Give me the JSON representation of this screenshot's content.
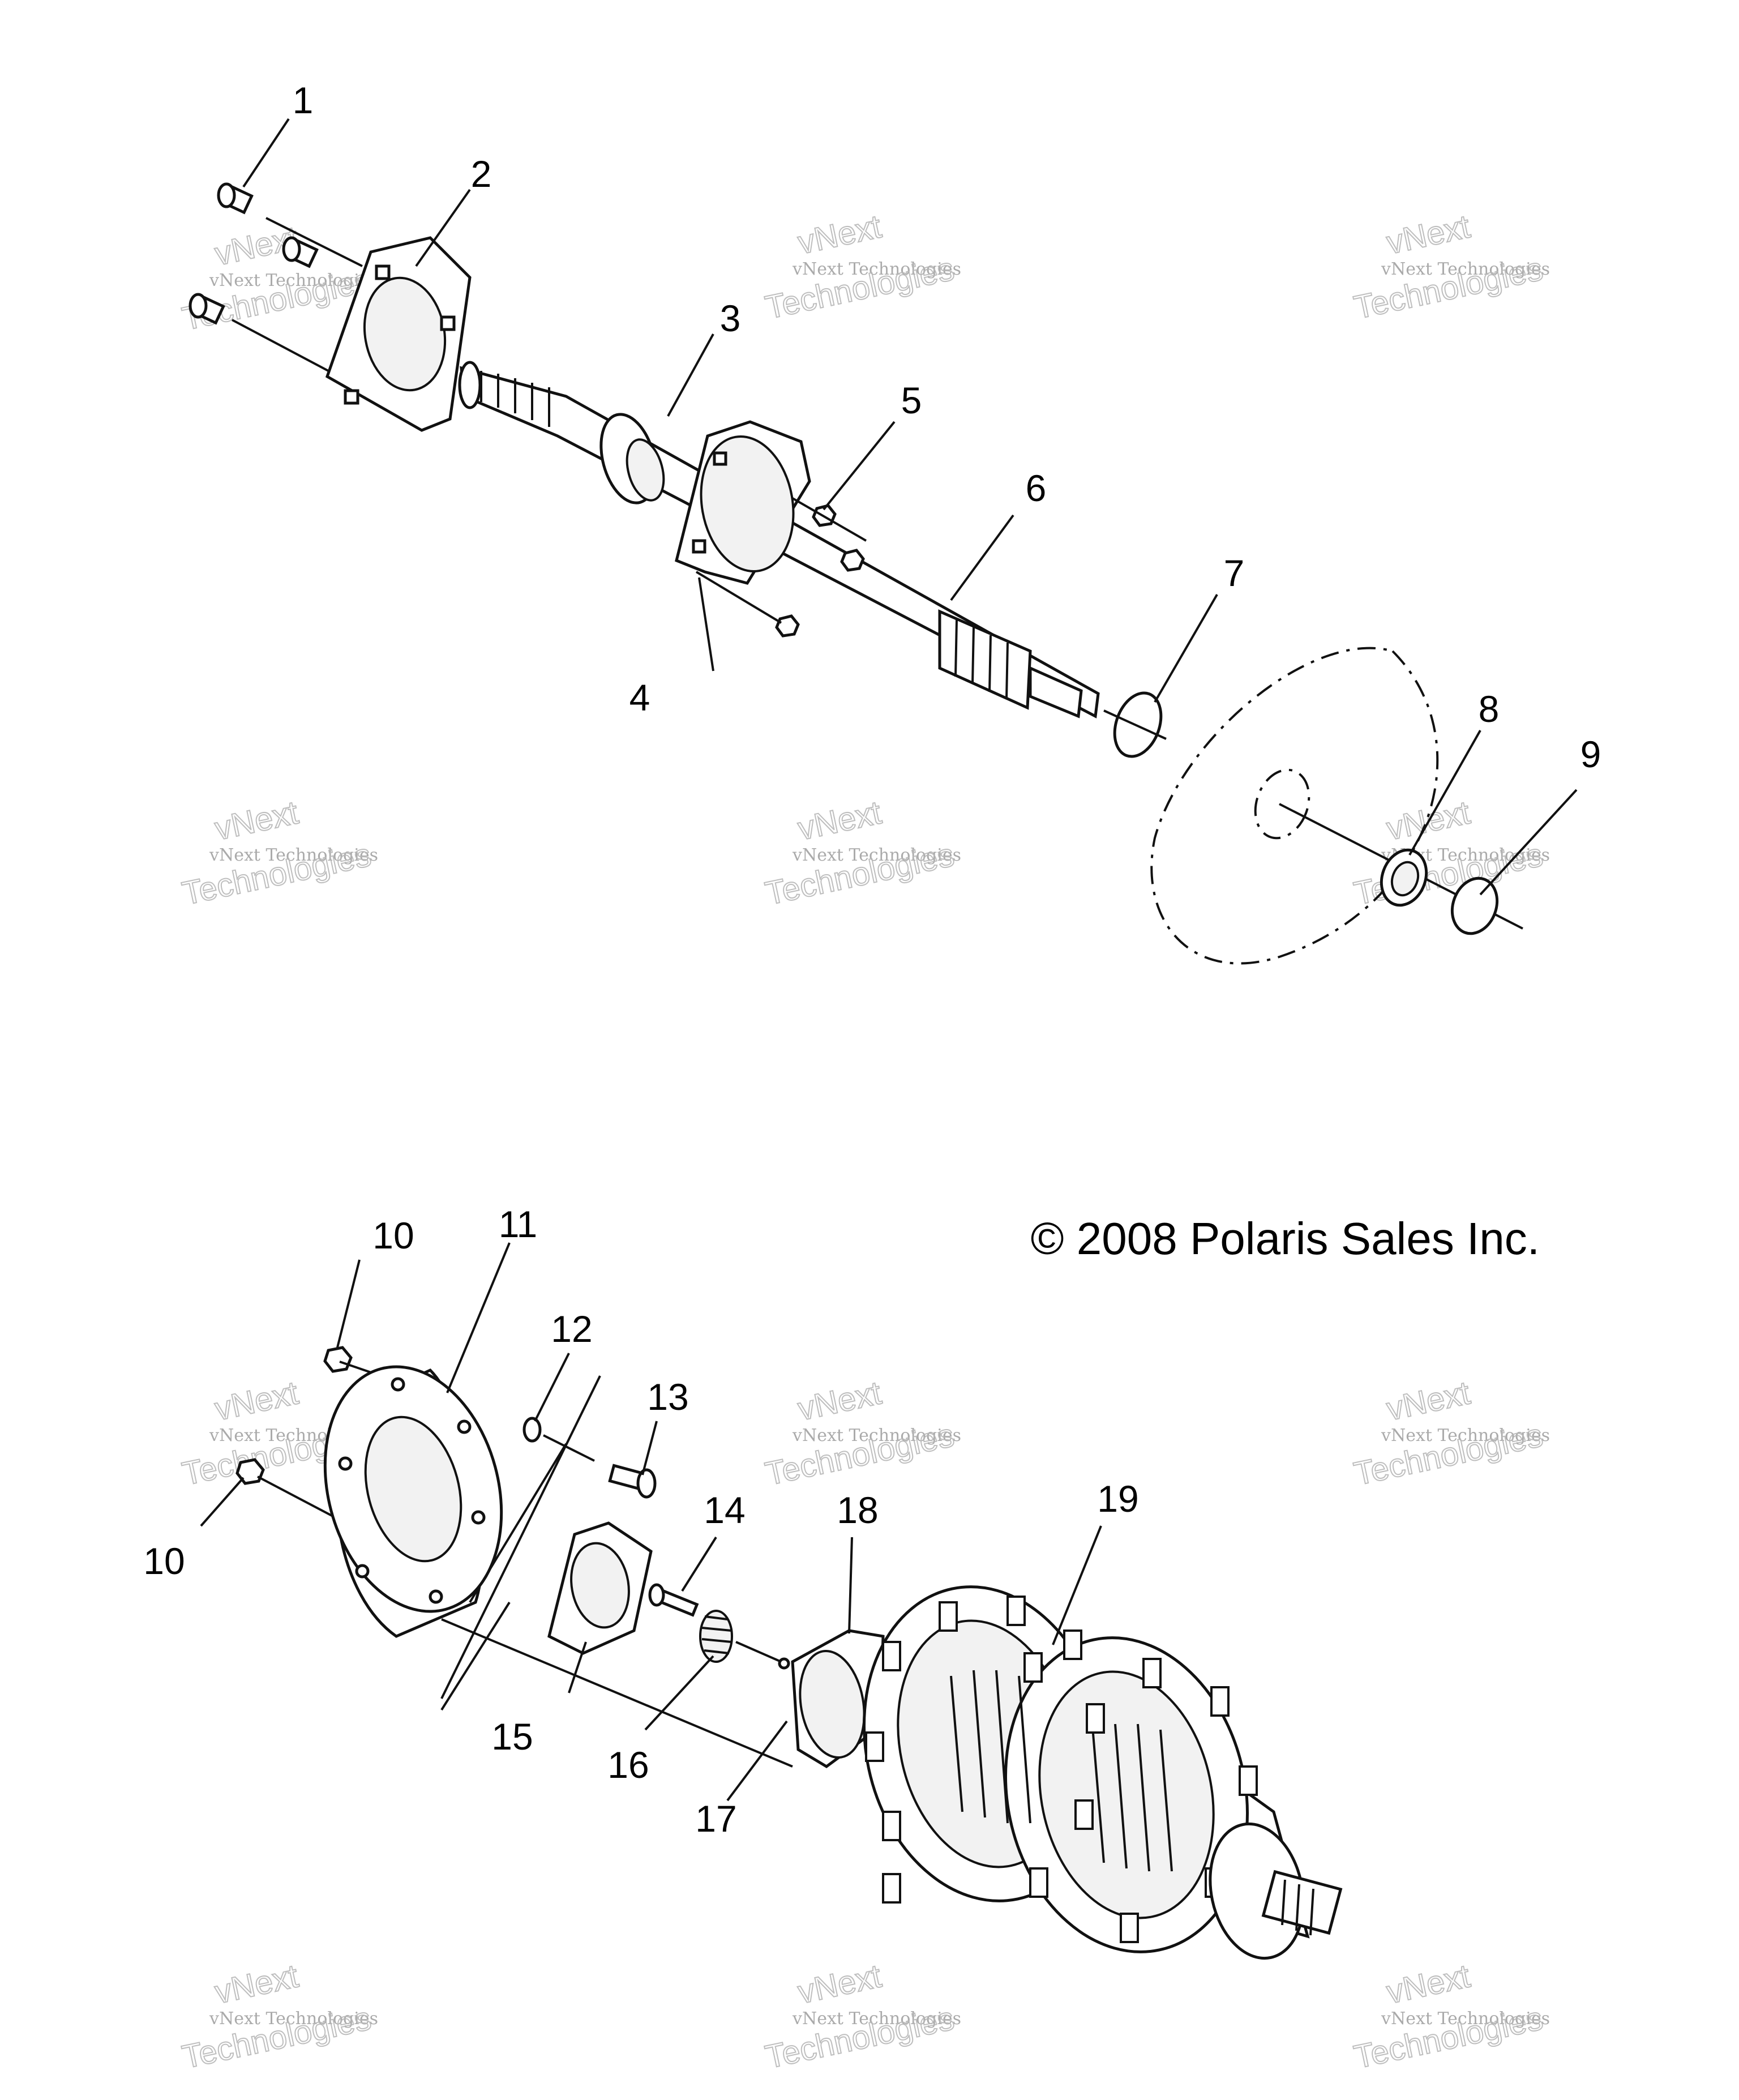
{
  "diagram": {
    "copyright": "© 2008 Polaris Sales Inc.",
    "watermark": {
      "top_line": "vNext",
      "middle_line": "vNext Technologies",
      "bottom_line": "Technologies"
    },
    "callouts": [
      {
        "id": "c1",
        "label": "1"
      },
      {
        "id": "c2",
        "label": "2"
      },
      {
        "id": "c3",
        "label": "3"
      },
      {
        "id": "c4",
        "label": "4"
      },
      {
        "id": "c5",
        "label": "5"
      },
      {
        "id": "c6",
        "label": "6"
      },
      {
        "id": "c7",
        "label": "7"
      },
      {
        "id": "c8",
        "label": "8"
      },
      {
        "id": "c9",
        "label": "9"
      },
      {
        "id": "c10a",
        "label": "10"
      },
      {
        "id": "c10b",
        "label": "10"
      },
      {
        "id": "c11",
        "label": "11"
      },
      {
        "id": "c12",
        "label": "12"
      },
      {
        "id": "c13",
        "label": "13"
      },
      {
        "id": "c14",
        "label": "14"
      },
      {
        "id": "c15",
        "label": "15"
      },
      {
        "id": "c16",
        "label": "16"
      },
      {
        "id": "c17",
        "label": "17"
      },
      {
        "id": "c18",
        "label": "18"
      },
      {
        "id": "c19",
        "label": "19"
      }
    ]
  }
}
